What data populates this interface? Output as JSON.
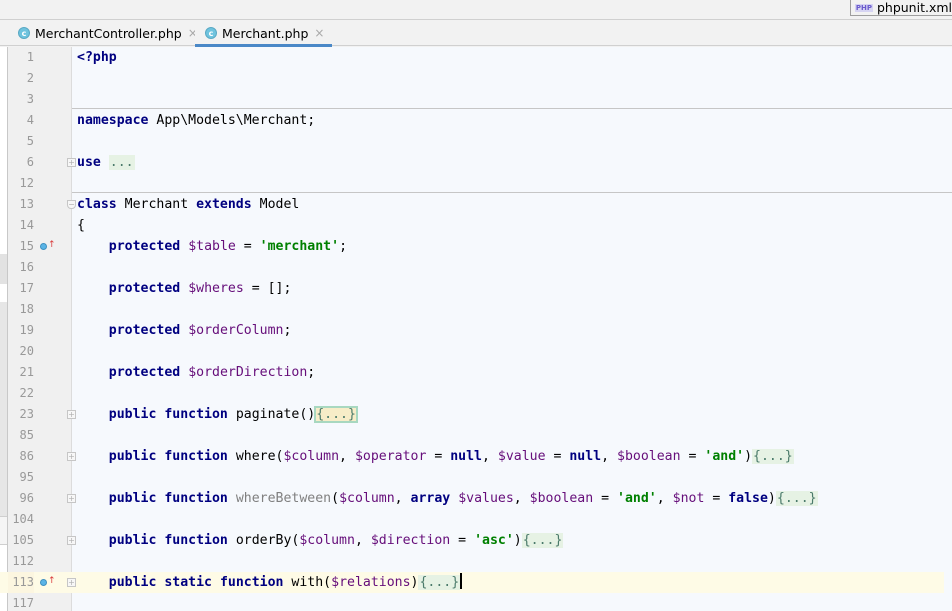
{
  "top_tab": {
    "label": "phpunit.xml",
    "icon": "php-file-icon",
    "icon_text": "PHP"
  },
  "tabs": [
    {
      "label": "MerchantController.php",
      "icon": "class-icon",
      "icon_text": "c",
      "close": "×",
      "active": false
    },
    {
      "label": "Merchant.php",
      "icon": "class-icon",
      "icon_text": "c",
      "close": "×",
      "active": true
    }
  ],
  "editor": {
    "language": "php",
    "cursor_line": "113",
    "lines": [
      {
        "num": "1"
      },
      {
        "num": "2"
      },
      {
        "num": "3"
      },
      {
        "num": "4"
      },
      {
        "num": "5"
      },
      {
        "num": "6"
      },
      {
        "num": "12"
      },
      {
        "num": "13"
      },
      {
        "num": "14"
      },
      {
        "num": "15"
      },
      {
        "num": "16"
      },
      {
        "num": "17"
      },
      {
        "num": "18"
      },
      {
        "num": "19"
      },
      {
        "num": "20"
      },
      {
        "num": "21"
      },
      {
        "num": "22"
      },
      {
        "num": "23"
      },
      {
        "num": "85"
      },
      {
        "num": "86"
      },
      {
        "num": "95"
      },
      {
        "num": "96"
      },
      {
        "num": "104"
      },
      {
        "num": "105"
      },
      {
        "num": "112"
      },
      {
        "num": "113"
      },
      {
        "num": "117"
      }
    ],
    "tokens": {
      "php_open": "<?php",
      "namespace_kw": "namespace",
      "namespace_path": " App\\Models\\Merchant;",
      "use_kw": "use",
      "folded_dots": "...",
      "class_kw": "class",
      "class_name": " Merchant ",
      "extends_kw": "extends",
      "parent_class": " Model",
      "open_brace": "{",
      "protected_kw": "protected",
      "public_kw": "public",
      "static_kw": "static",
      "function_kw": "function",
      "null_kw": "null",
      "false_kw": "false",
      "array_kw": "array",
      "folded_body": "{...}",
      "var_table": "$table",
      "str_merchant": "'merchant'",
      "var_wheres": "$wheres",
      "empty_array": " = [];",
      "var_orderColumn": "$orderColumn",
      "var_orderDirection": "$orderDirection",
      "semicolon": ";",
      "assign": " = ",
      "fn_paginate": " paginate()",
      "fn_where": " where(",
      "fn_whereBetween": "whereBetween",
      "fn_orderBy": " orderBy(",
      "fn_with": " with(",
      "var_column": "$column",
      "var_operator": "$operator",
      "var_value": "$value",
      "var_values": "$values",
      "var_boolean": "$boolean",
      "var_not": "$not",
      "var_direction": "$direction",
      "var_relations": "$relations",
      "str_and": "'and'",
      "str_asc": "'asc'",
      "comma": ", ",
      "close_paren": ")",
      "open_paren": "(",
      "space": " "
    }
  },
  "colors": {
    "keyword": "#000080",
    "variable": "#660e7a",
    "string": "#008000",
    "unused": "#808080",
    "tab_underline": "#4a88c7",
    "current_line": "#fefbe6",
    "editor_bg": "#f6f9fd"
  }
}
